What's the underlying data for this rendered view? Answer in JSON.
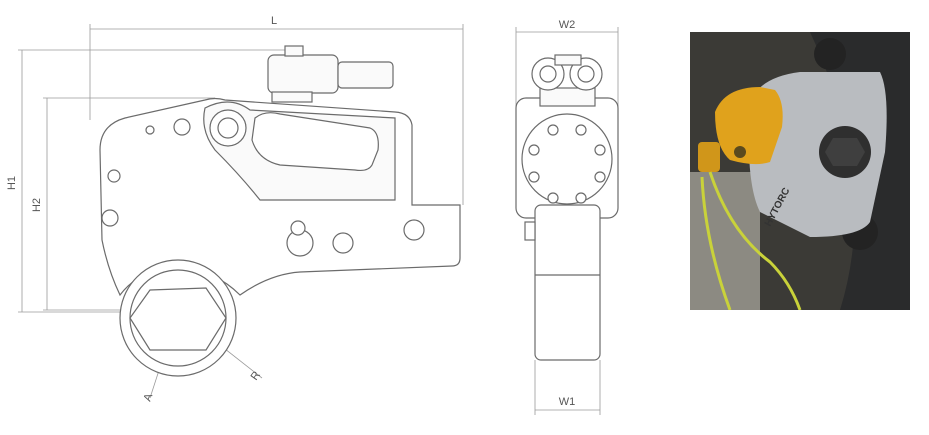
{
  "dimensions": {
    "L": "L",
    "W2": "W2",
    "H1": "H1",
    "H2": "H2",
    "W1": "W1",
    "R": "R",
    "A": "A"
  },
  "photo": {
    "brand_text": "HYTORC",
    "colors": {
      "motor": "#e0a21c",
      "body": "#b9bcc0",
      "background": "#3b3a36",
      "hose": "#c9d23a"
    }
  },
  "colors": {
    "line": "#6b6b6b",
    "dim_line": "#8a8a8a"
  }
}
